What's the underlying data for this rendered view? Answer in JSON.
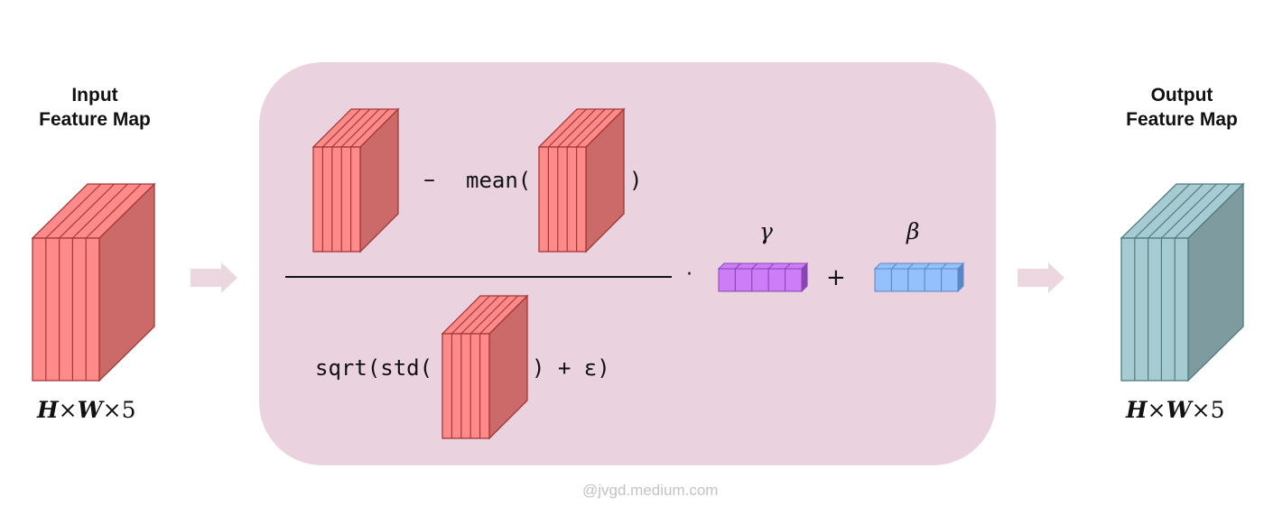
{
  "input": {
    "title_line1": "Input",
    "title_line2": "Feature Map",
    "dims": {
      "h": "H",
      "w": "W",
      "times": "×",
      "channels": "5"
    }
  },
  "output": {
    "title_line1": "Output",
    "title_line2": "Feature Map",
    "dims": {
      "h": "H",
      "w": "W",
      "times": "×",
      "channels": "5"
    }
  },
  "formula": {
    "minus": "–",
    "mean_open": "mean(",
    "mean_close": ")",
    "sqrt_open": "sqrt(std(",
    "sqrt_close": ") + ε)",
    "dot": "·",
    "gamma": "γ",
    "plus": "+",
    "beta": "β"
  },
  "watermark": "@jvgd.medium.com",
  "colors": {
    "panel": "#ead3de",
    "arrow": "#ecd6df",
    "red_front": "#ff8a8a",
    "red_side": "#cc6969",
    "red_edge": "#a33838",
    "teal_front": "#a6cbd0",
    "teal_side": "#7e9ca0",
    "teal_edge": "#4e7b82",
    "purple": "#cc7df7",
    "purple_edge": "#8a45b5",
    "blue": "#94c0fb",
    "blue_edge": "#5b86c7"
  }
}
